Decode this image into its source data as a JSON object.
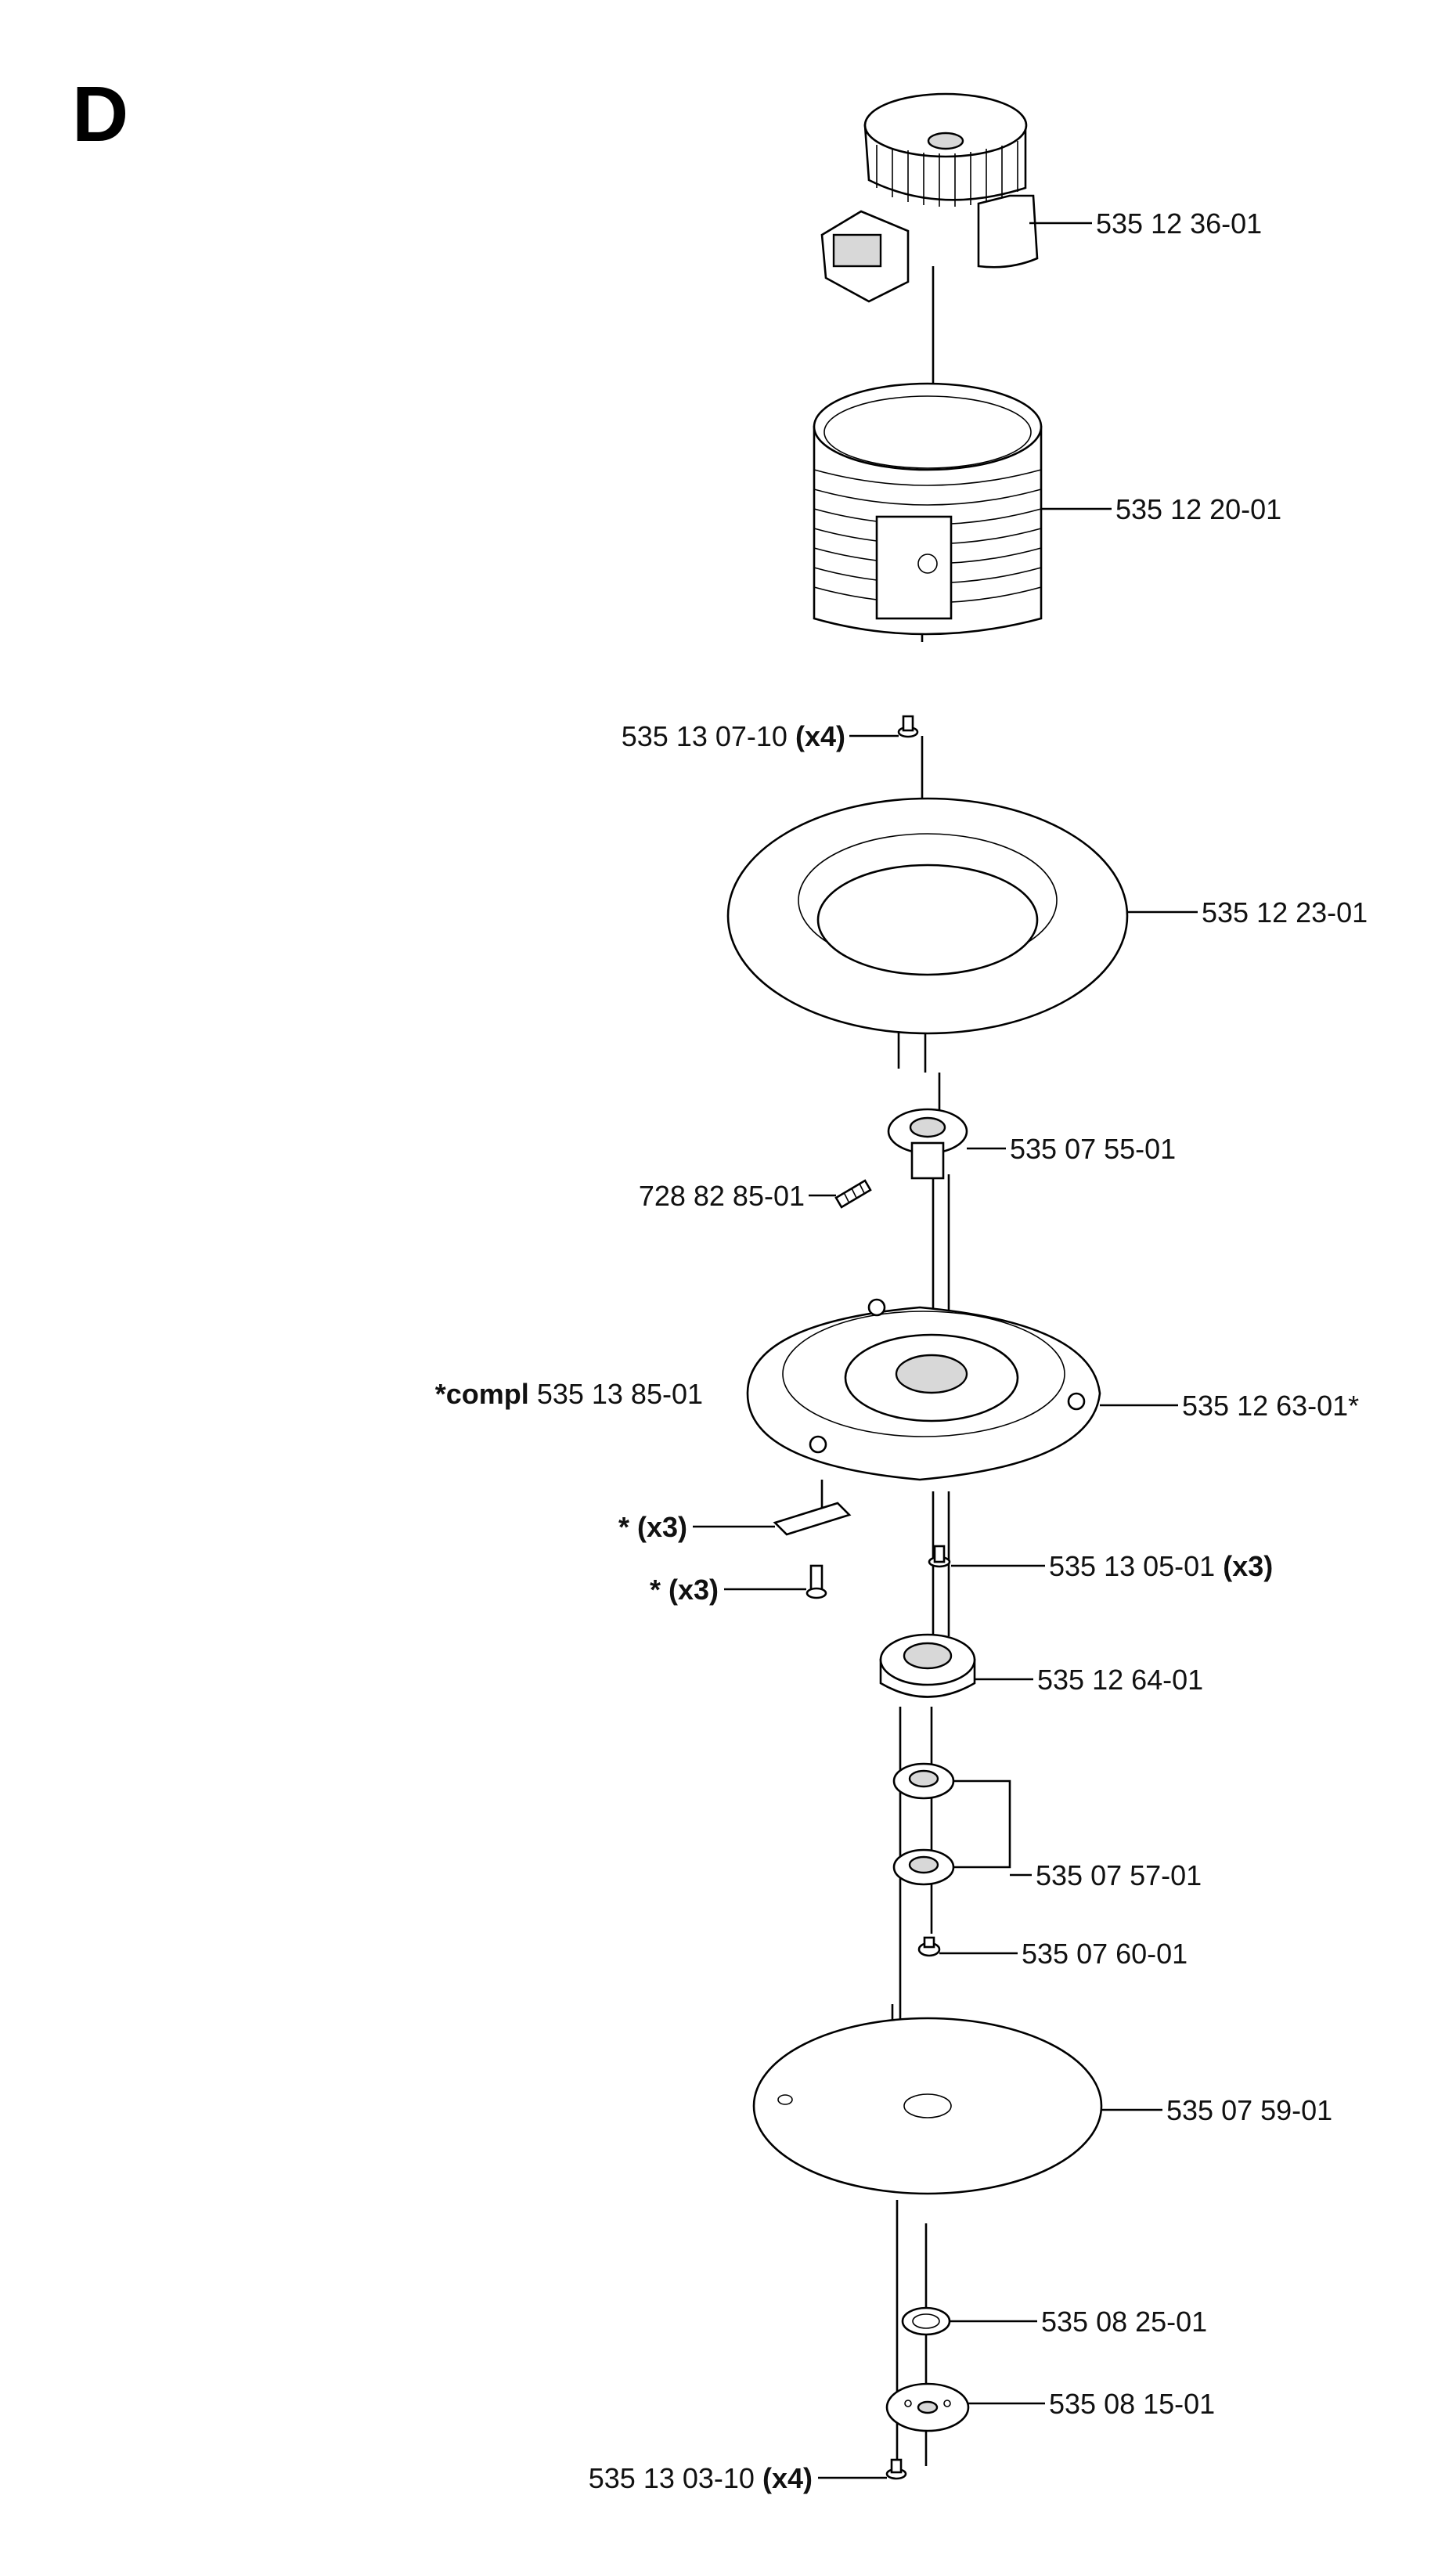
{
  "section_letter": "D",
  "parts": [
    {
      "id": "motor",
      "number": "535 12 36-01",
      "qty": ""
    },
    {
      "id": "housing",
      "number": "535 12 20-01",
      "qty": ""
    },
    {
      "id": "screw-top",
      "number": "535 13 07-10",
      "qty": "(x4)"
    },
    {
      "id": "cover-ring",
      "number": "535 12 23-01",
      "qty": ""
    },
    {
      "id": "hub",
      "number": "535 07 55-01",
      "qty": ""
    },
    {
      "id": "setscrew",
      "number": "728 82 85-01",
      "qty": ""
    },
    {
      "id": "compl",
      "prefix": "*compl",
      "number": "535 13 85-01",
      "qty": ""
    },
    {
      "id": "blade-plate",
      "number": "535 12 63-01*",
      "qty": ""
    },
    {
      "id": "blade",
      "number": "*",
      "qty": "(x3)"
    },
    {
      "id": "blade-screw",
      "number": "*",
      "qty": "(x3)"
    },
    {
      "id": "screw-mid",
      "number": "535 13 05-01",
      "qty": "(x3)"
    },
    {
      "id": "bearing-holder",
      "number": "535 12 64-01",
      "qty": ""
    },
    {
      "id": "bearings",
      "number": "535 07 57-01",
      "qty": ""
    },
    {
      "id": "nut",
      "number": "535 07 60-01",
      "qty": ""
    },
    {
      "id": "skid-plate",
      "number": "535 07 59-01",
      "qty": ""
    },
    {
      "id": "washer",
      "number": "535 08 25-01",
      "qty": ""
    },
    {
      "id": "flange",
      "number": "535 08 15-01",
      "qty": ""
    },
    {
      "id": "screw-bottom",
      "number": "535 13 03-10",
      "qty": "(x4)"
    }
  ]
}
